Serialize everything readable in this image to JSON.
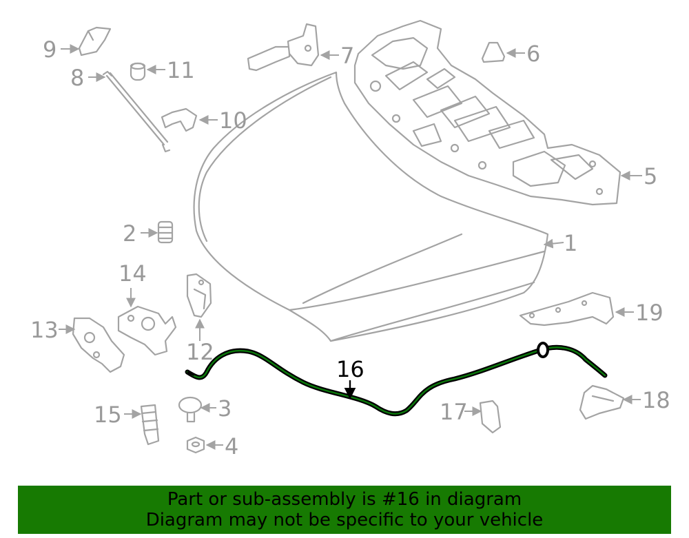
{
  "diagram": {
    "highlight_part": "16",
    "part_numbers": [
      "1",
      "2",
      "3",
      "4",
      "5",
      "6",
      "7",
      "8",
      "9",
      "10",
      "11",
      "12",
      "13",
      "14",
      "15",
      "16",
      "17",
      "18",
      "19"
    ]
  },
  "banner": {
    "line1": "Part or sub-assembly is #16 in diagram",
    "line2": "Diagram may not be specific to your vehicle",
    "background": "#177a02"
  },
  "colors": {
    "part_outline": "#a3a3a3",
    "label_text": "#999999",
    "highlight": "#000000"
  }
}
